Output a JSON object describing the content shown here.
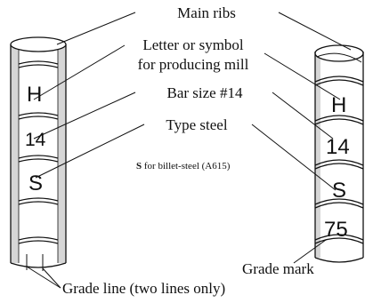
{
  "callouts": {
    "main_ribs": "Main ribs",
    "mill_line1": "Letter or symbol",
    "mill_line2": "for producing mill",
    "bar_size": "Bar size #14",
    "type_steel": "Type steel",
    "s_bold": "S",
    "s_rest": " for billet-steel (A615)",
    "grade_mark": "Grade mark",
    "grade_line": "Grade line (two lines only)"
  },
  "left_bar": {
    "mill": "H",
    "size": "14",
    "type": "S"
  },
  "right_bar": {
    "mill": "H",
    "size": "14",
    "type": "S",
    "grade": "75"
  },
  "colors": {
    "ink": "#111111",
    "shade": "#d6d6d6",
    "background": "#ffffff"
  }
}
